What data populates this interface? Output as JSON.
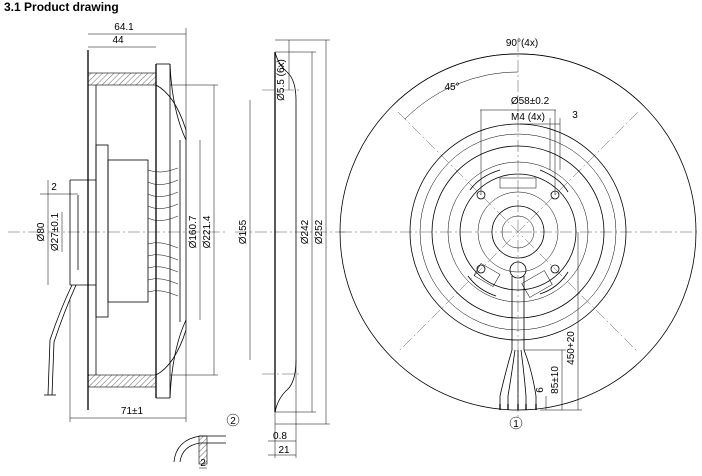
{
  "title": "3.1 Product drawing",
  "side_view": {
    "dims": {
      "depth_total": "64.1",
      "depth_inner": "44",
      "gap": "2",
      "overall_length": "71±1",
      "dia_80": "Ø80",
      "dia_27": "Ø27±0.1",
      "dia_160": "Ø160.7",
      "dia_221": "Ø221.4"
    },
    "detail_marker": "2",
    "detail_dim": "2"
  },
  "flange_view": {
    "dims": {
      "hole_dia": "Ø5.5 (6x)",
      "dia_155": "Ø155",
      "dia_242": "Ø242",
      "dia_252": "Ø252",
      "thickness": "0.8",
      "width": "21"
    }
  },
  "front_view": {
    "dims": {
      "angle_4x": "90°(4x)",
      "angle_45": "45°",
      "bolt_circle": "Ø58±0.2",
      "thread": "M4 (4x)",
      "thread_depth": "3",
      "cable_length": "450+20",
      "strip_length": "85±10",
      "wire_end": "6"
    },
    "cable_marker": "1"
  }
}
